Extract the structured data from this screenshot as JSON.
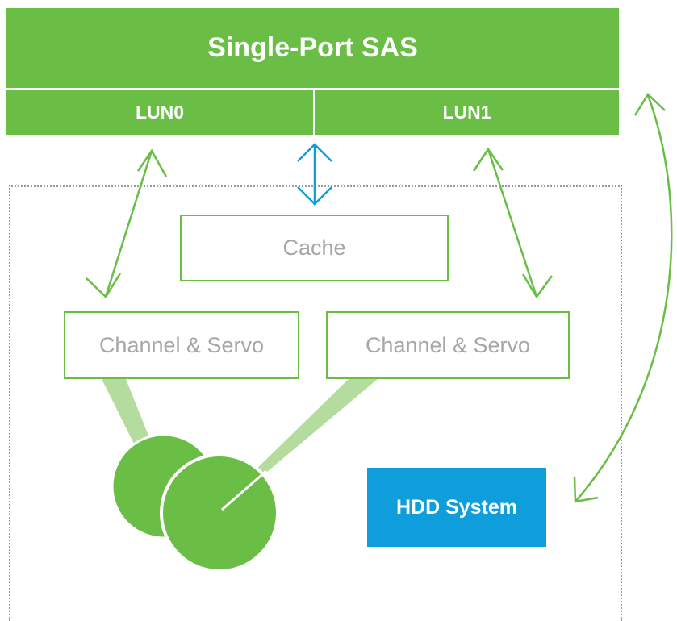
{
  "header": {
    "title": "Single-Port SAS"
  },
  "luns": [
    {
      "label": "LUN0"
    },
    {
      "label": "LUN1"
    }
  ],
  "cache": {
    "label": "Cache"
  },
  "channels": [
    {
      "label": "Channel & Servo"
    },
    {
      "label": "Channel & Servo"
    }
  ],
  "hdd_system": {
    "label": "HDD System"
  },
  "colors": {
    "green": "#6abd45",
    "light_green": "#b3dc9e",
    "blue": "#0e9edb",
    "gray_text": "#a6a6a6",
    "dotted_gray": "#9a9a9a"
  }
}
